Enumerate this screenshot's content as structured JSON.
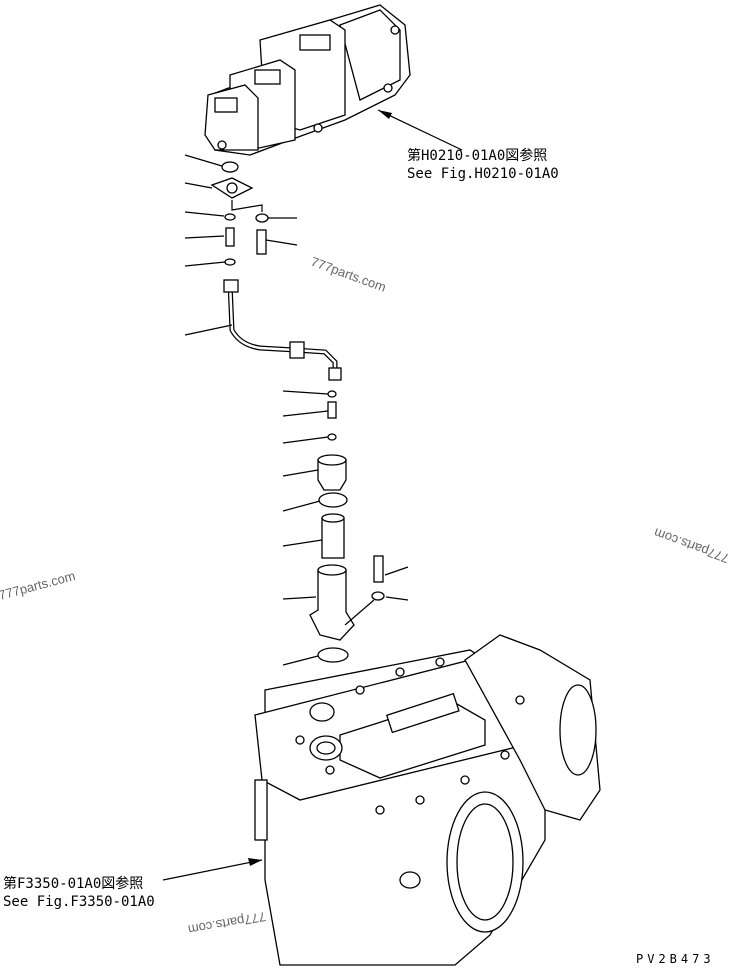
{
  "references": {
    "pump": {
      "jp": "第H0210-01A0図参照",
      "en": "See Fig.H0210-01A0"
    },
    "transmission": {
      "jp": "第F3350-01A0図参照",
      "en": "See Fig.F3350-01A0"
    }
  },
  "watermark": "777parts.com",
  "drawing_code": "PV2B473"
}
